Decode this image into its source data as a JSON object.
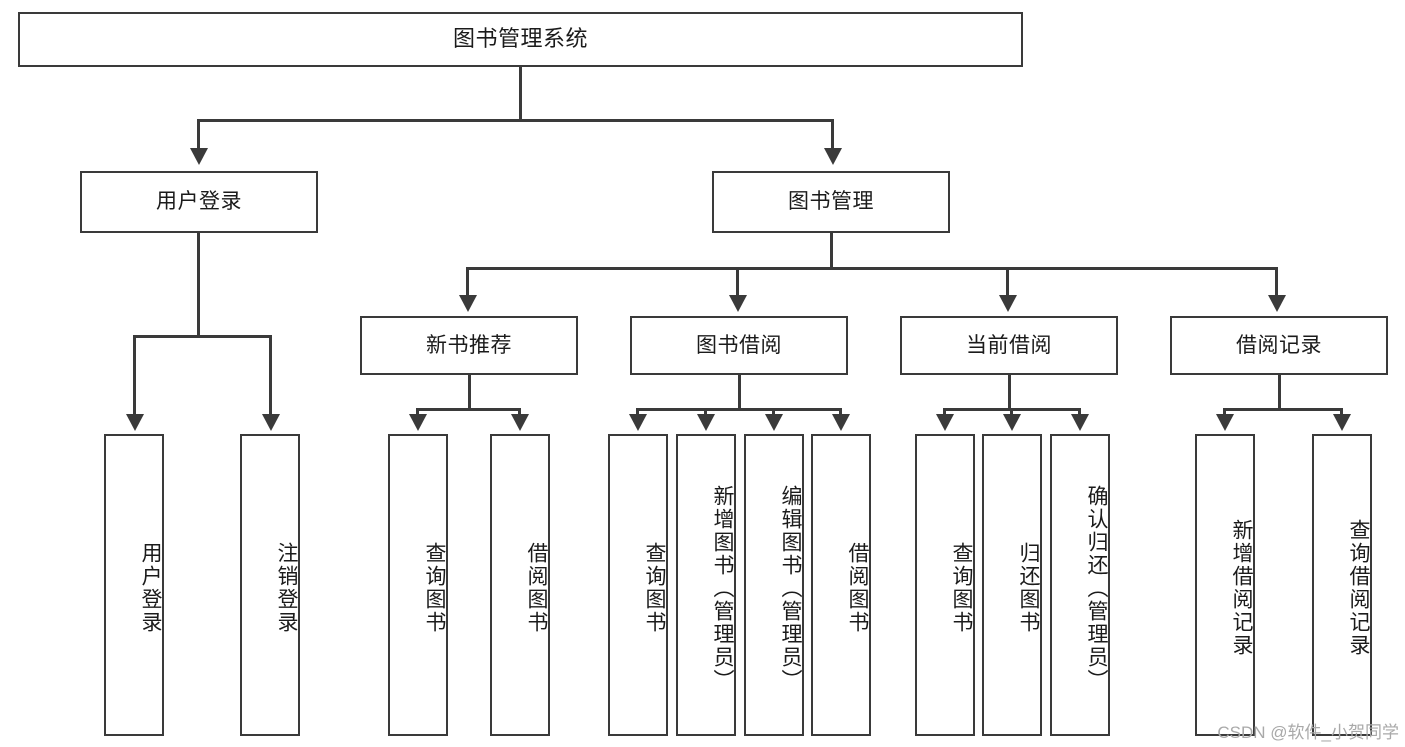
{
  "diagram": {
    "type": "tree-hierarchy",
    "title": "图书管理系统",
    "watermark": "CSDN @软件_小贺同学",
    "colors": {
      "box_border": "#3a3a3a",
      "box_fill": "#ffffff",
      "connector": "#3a3a3a",
      "text": "#1b1b1b",
      "watermark": "#a9a9a9",
      "background": "#ffffff"
    },
    "root": {
      "label": "图书管理系统"
    },
    "level2": [
      {
        "label": "用户登录"
      },
      {
        "label": "图书管理"
      }
    ],
    "level3": [
      {
        "label": "新书推荐"
      },
      {
        "label": "图书借阅"
      },
      {
        "label": "当前借阅"
      },
      {
        "label": "借阅记录"
      }
    ],
    "leaves": {
      "user_login": [
        {
          "label": "用户登录"
        },
        {
          "label": "注销登录"
        }
      ],
      "new_book_recommend": [
        {
          "label": "查询图书"
        },
        {
          "label": "借阅图书"
        }
      ],
      "book_borrow": [
        {
          "label": "查询图书"
        },
        {
          "label": "新增图书（管理员）"
        },
        {
          "label": "编辑图书（管理员）"
        },
        {
          "label": "借阅图书"
        }
      ],
      "current_borrow": [
        {
          "label": "查询图书"
        },
        {
          "label": "归还图书"
        },
        {
          "label": "确认归还（管理员）"
        }
      ],
      "borrow_record": [
        {
          "label": "新增借阅记录"
        },
        {
          "label": "查询借阅记录"
        }
      ]
    }
  }
}
